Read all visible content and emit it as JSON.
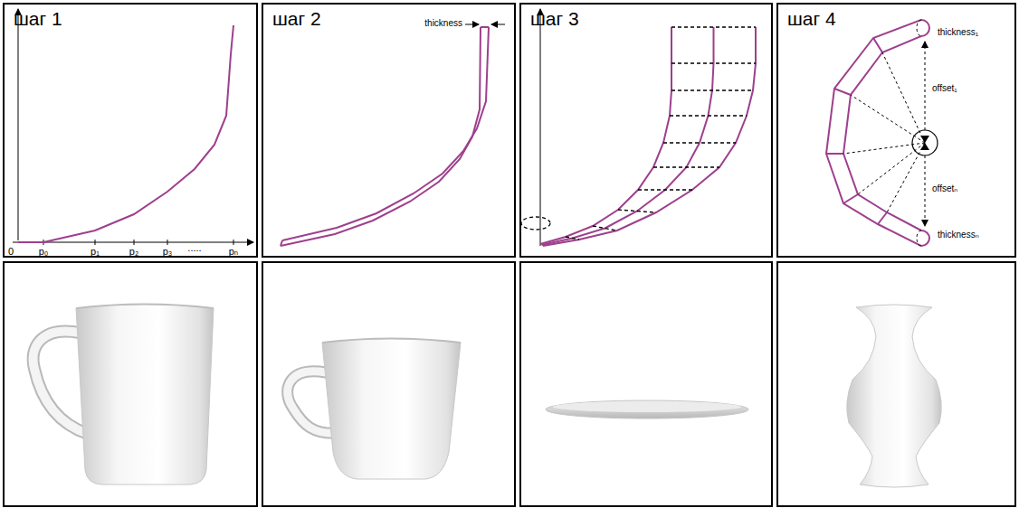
{
  "diagram": {
    "nodes": [
      {
        "text": [
          "шаг 1"
        ]
      },
      {
        "text": [
          "шаг 2"
        ]
      },
      {
        "text": [
          "шаг 3"
        ]
      },
      {
        "text": [
          "шаг 4"
        ]
      }
    ],
    "labels": [
      "0",
      "p₀",
      "p₁",
      "p₂",
      "p₃",
      ".....",
      "pₙ",
      "thickness",
      "thickness₁",
      "offset₁",
      "offsetₙ",
      "thicknessₙ"
    ]
  }
}
